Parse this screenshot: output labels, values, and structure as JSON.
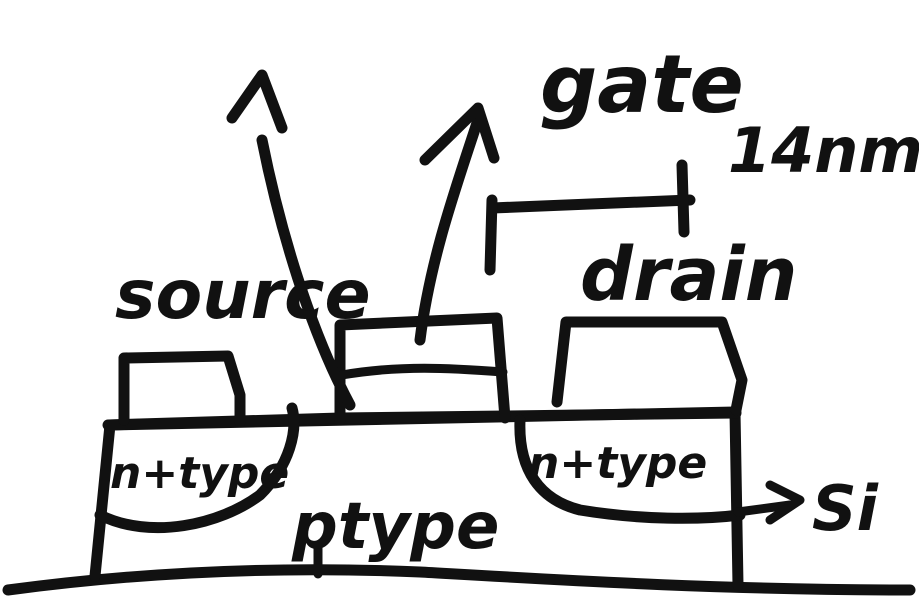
{
  "labels": {
    "gate": "gate",
    "scale": "14nm",
    "source": "source",
    "drain": "drain",
    "source_region": "n+type",
    "drain_region": "n+type",
    "substrate": "ptype",
    "material": "Si"
  },
  "ink_color": "#111111",
  "background_color": "#ffffff"
}
